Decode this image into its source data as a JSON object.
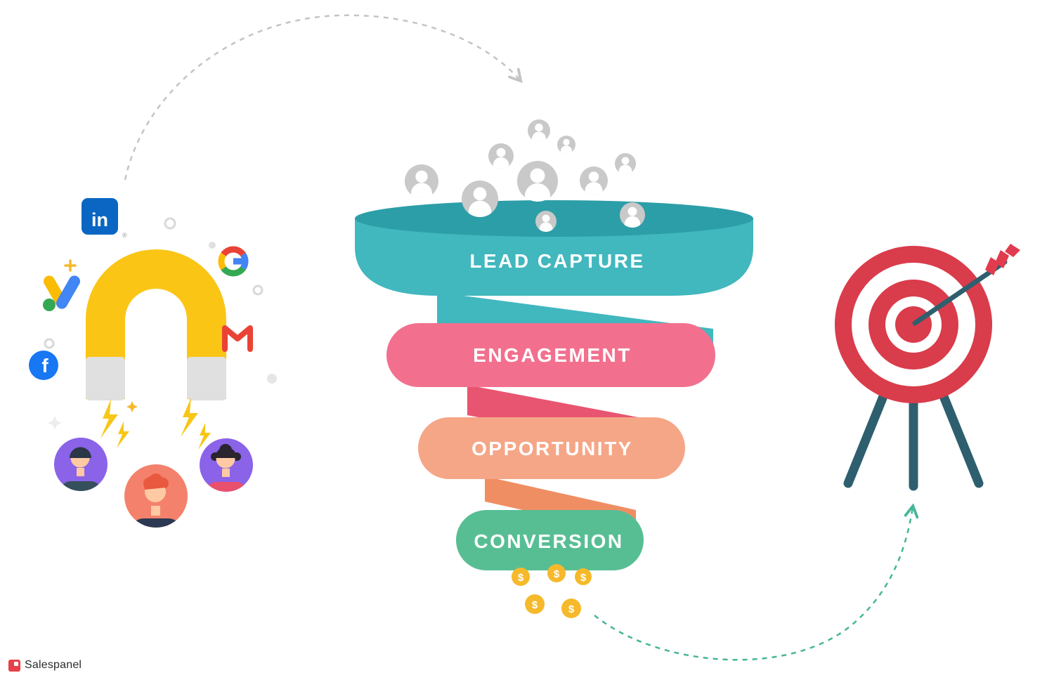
{
  "diagram": {
    "title_hint": "lead-generation-funnel-infographic"
  },
  "funnel": {
    "stages": [
      {
        "label": "LEAD CAPTURE",
        "color": "#41B7BE",
        "connector_color": "#41B7BE"
      },
      {
        "label": "ENGAGEMENT",
        "color": "#F2708E",
        "connector_color": "#E85570"
      },
      {
        "label": "OPPORTUNITY",
        "color": "#F5A687",
        "connector_color": "#EF8E63"
      },
      {
        "label": "CONVERSION",
        "color": "#57BE94",
        "connector_color": "#57BE94"
      }
    ],
    "rim_color": "#2C9EA8",
    "lead_user_color": "#C9C9C9",
    "coins": {
      "symbol": "$",
      "color": "#F6B92B"
    }
  },
  "magnet": {
    "body_color": "#FAC515",
    "tip_color": "#E0E0E0",
    "bolt_color": "#F8C617"
  },
  "sources": {
    "linkedin": {
      "label": "in",
      "reg": "®",
      "color": "#0A66C2"
    },
    "google": {
      "blue": "#4285F4",
      "red": "#EA4335",
      "yellow": "#FBBC05",
      "green": "#34A853"
    },
    "gmail": {
      "color": "#EA4335"
    },
    "facebook": {
      "label": "f",
      "color": "#1877F2"
    }
  },
  "avatars": {
    "left_bg": "#8A63E8",
    "middle_bg": "#F4816C",
    "right_bg": "#8A63E8",
    "skin": "#FFC9A3"
  },
  "target": {
    "ring_color": "#D93C4B",
    "leg_color": "#2E5F6E",
    "fletching_color": "#E23B4E"
  },
  "arrows": {
    "gray": "#C4C4C4",
    "teal": "#46B598"
  },
  "logo": {
    "text": "Salespanel",
    "icon_color": "#E8404A"
  }
}
